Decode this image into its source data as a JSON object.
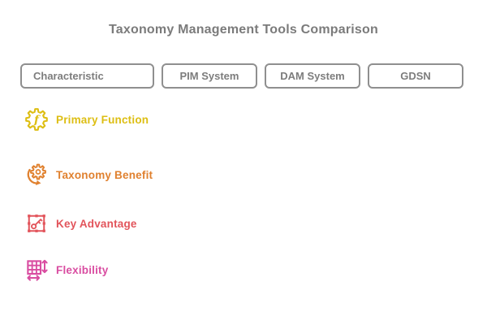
{
  "title": "Taxonomy Management Tools Comparison",
  "header": {
    "columns": [
      {
        "label": "Characteristic"
      },
      {
        "label": "PIM System"
      },
      {
        "label": "DAM System"
      },
      {
        "label": "GDSN"
      }
    ]
  },
  "rows": [
    {
      "label": "Primary Function",
      "icon": "function-gear-icon",
      "color": "#ddbe13",
      "cells": [
        "",
        "",
        ""
      ]
    },
    {
      "label": "Taxonomy Benefit",
      "icon": "sync-gear-icon",
      "color": "#e0812f",
      "cells": [
        "",
        "",
        ""
      ]
    },
    {
      "label": "Key Advantage",
      "icon": "key-selection-icon",
      "color": "#e2545b",
      "cells": [
        "",
        "",
        ""
      ]
    },
    {
      "label": "Flexibility",
      "icon": "flexible-grid-icon",
      "color": "#d94da1",
      "cells": [
        "",
        "",
        ""
      ]
    }
  ],
  "colors": {
    "heading_text": "#7b7b7b",
    "header_cell_text": "#7d7d7d",
    "header_cell_border": "#8f8f8f",
    "row_gold": "#ddbe13",
    "row_orange": "#e0812f",
    "row_red": "#e2545b",
    "row_magenta": "#d94da1"
  },
  "icon_glyphs": {
    "function_letter": "f"
  }
}
